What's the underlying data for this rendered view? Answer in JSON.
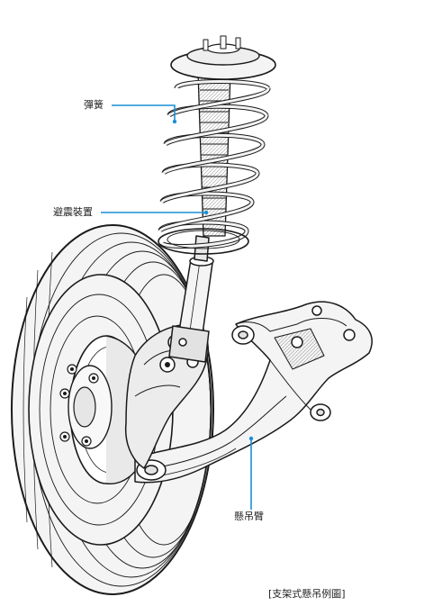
{
  "labels": {
    "spring": "彈簧",
    "shock_absorber": "避震裝置",
    "control_arm": "懸吊臂"
  },
  "caption": "[支架式懸吊例圖]",
  "colors": {
    "line": "#1a1a1a",
    "fill": "#f4f4f4",
    "shade": "#d9d9d9",
    "leader": "#1a8fd6"
  }
}
